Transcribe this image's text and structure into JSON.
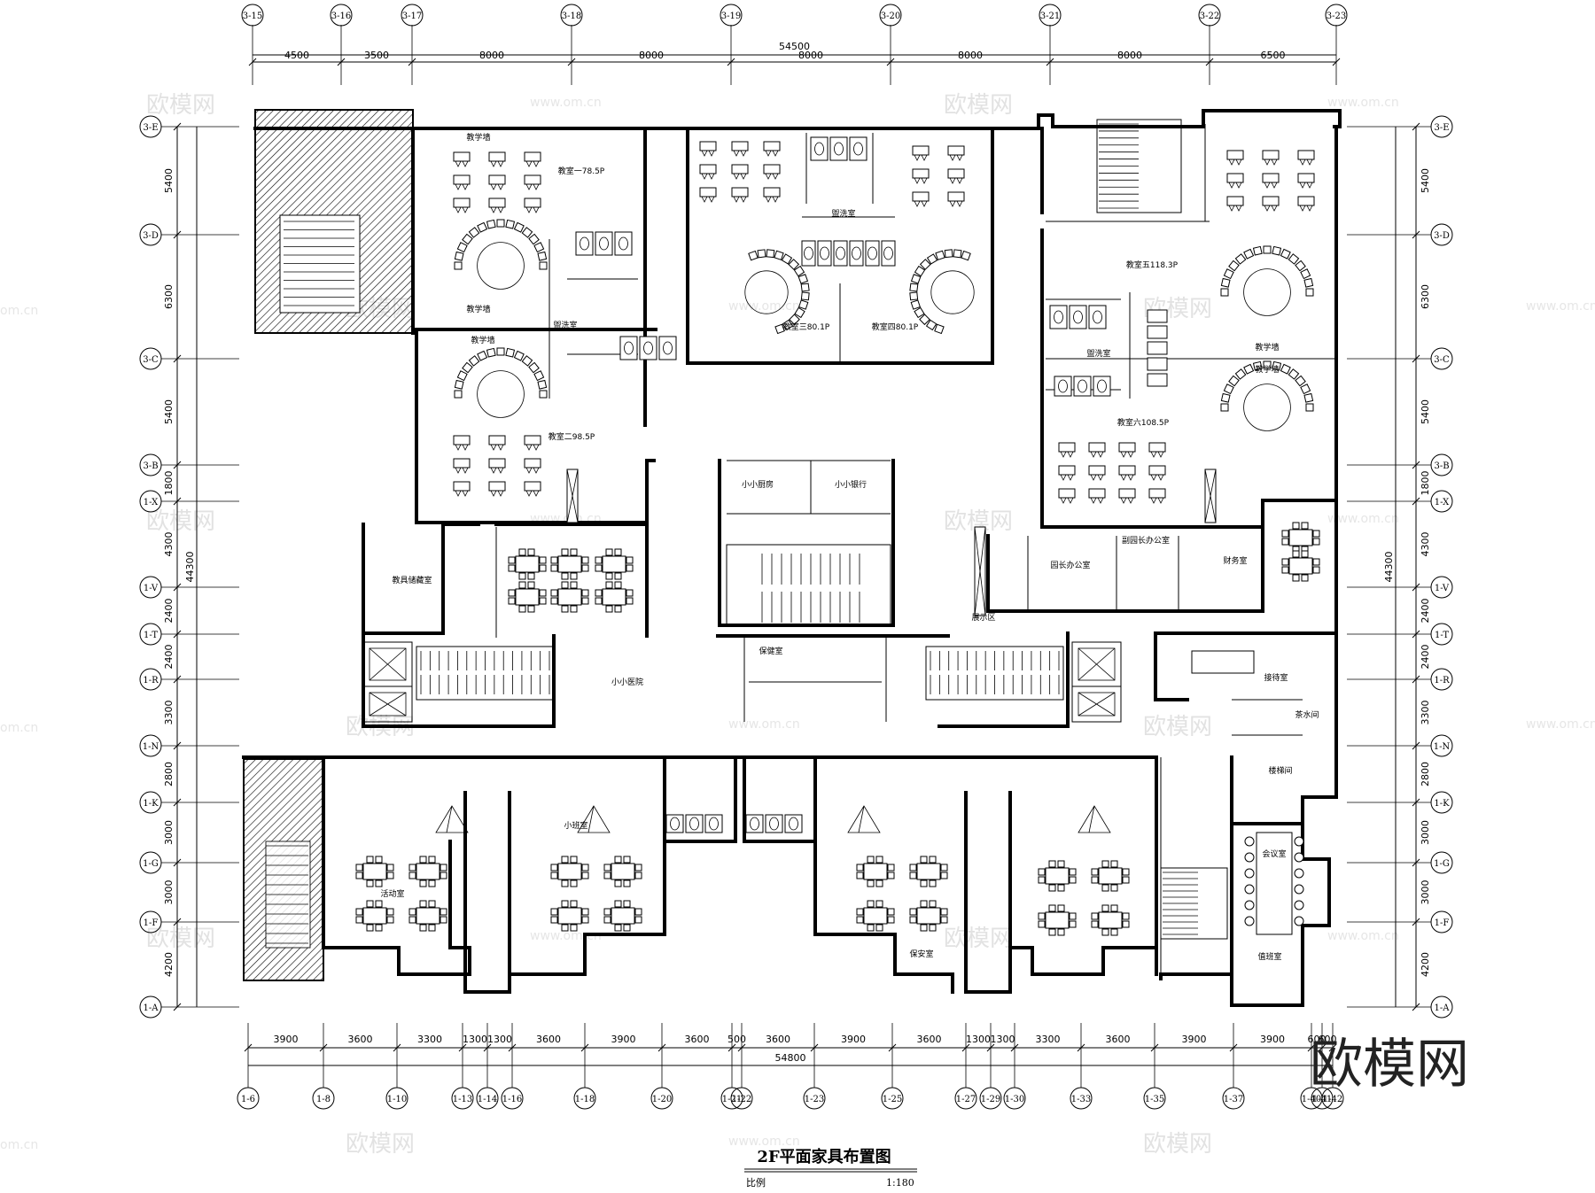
{
  "drawing": {
    "title": "2F平面家具布置图",
    "scale_label": "比例",
    "scale_value": "1:180"
  },
  "brand": {
    "logo": "欧模网",
    "watermark_text": "欧模网",
    "watermark_url": "www.om.cn",
    "watermark_url_edge": "om.cn"
  },
  "top_axes": [
    "3-15",
    "3-16",
    "3-17",
    "3-18",
    "3-19",
    "3-20",
    "3-21",
    "3-22",
    "3-23"
  ],
  "top_dims": [
    "4500",
    "3500",
    "8000",
    "8000",
    "8000",
    "8000",
    "8000",
    "6500"
  ],
  "top_total": "54500",
  "bottom_axes": [
    "1-6",
    "1-8",
    "1-10",
    "1-13",
    "1-14",
    "1-16",
    "1-18",
    "1-20",
    "1-21",
    "1-22",
    "1-23",
    "1-25",
    "1-27",
    "1-29",
    "1-30",
    "1-33",
    "1-35",
    "1-37",
    "1-40",
    "1-41",
    "1-42"
  ],
  "bottom_dims": [
    "3900",
    "3600",
    "3300",
    "1300",
    "1300",
    "3600",
    "3900",
    "3600",
    "500",
    "3600",
    "3900",
    "3600",
    "1300",
    "1300",
    "3300",
    "3600",
    "3900",
    "3900",
    "600",
    "600"
  ],
  "bottom_total": "54800",
  "side_axes": [
    "3-E",
    "3-D",
    "3-C",
    "3-B",
    "1-X",
    "1-V",
    "1-T",
    "1-R",
    "1-N",
    "1-K",
    "1-G",
    "1-F",
    "1-A"
  ],
  "side_dims": [
    "5400",
    "6300",
    "5400",
    "1800",
    "4300",
    "2400",
    "2400",
    "3300",
    "2800",
    "3000",
    "3000",
    "4200"
  ],
  "side_total": "44300",
  "rooms": {
    "c1": "教室一78.5P",
    "c2": "教室二98.5P",
    "c3": "教室三80.1P",
    "c4": "教室四80.1P",
    "c5": "教室五118.3P",
    "c6": "教室六108.5P",
    "wall1": "教学墙",
    "wall2": "教学墙",
    "wall3": "教学墙",
    "wall4": "教学墙",
    "wall5": "教学墙",
    "wash1": "盥洗室",
    "wash2": "盥洗室",
    "wash3": "盥洗室",
    "mini1": "小小厨房",
    "mini2": "小小银行",
    "mini3": "小小医院",
    "activity": "活动室",
    "store": "教具储藏室",
    "office1": "园长办公室",
    "office2": "副园长办公室",
    "finance": "财务室",
    "meeting": "会议室",
    "reception": "接待室",
    "tea": "茶水间",
    "duty": "值班室",
    "health": "保健室",
    "guard": "保安室",
    "small": "小班室",
    "stairwell": "楼梯间",
    "corridor": "展示区"
  }
}
